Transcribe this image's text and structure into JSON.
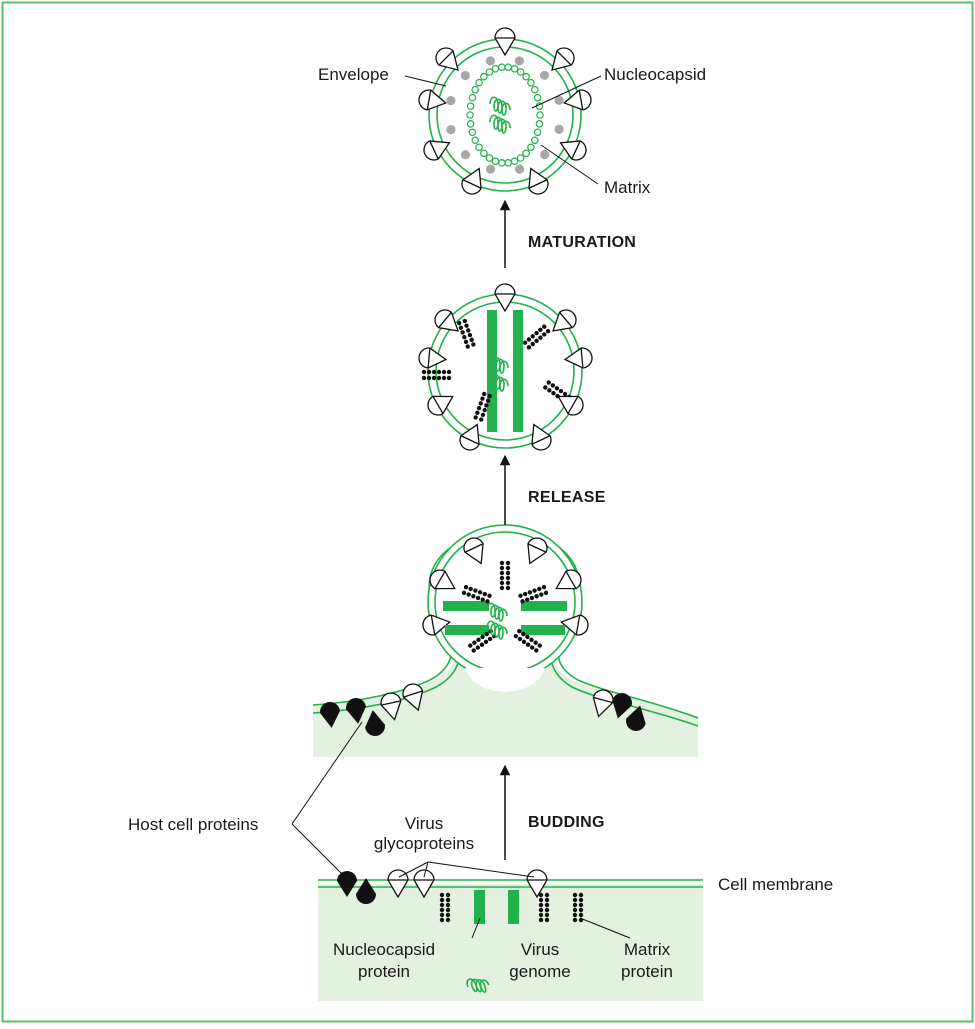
{
  "colors": {
    "membrane": "#22b14c",
    "cytoplasm": "#e4f0e0",
    "frame": "#5cbf6a",
    "matrix_dot": "#a8a8a8",
    "black": "#111111"
  },
  "labels": {
    "envelope": "Envelope",
    "nucleocapsid": "Nucleocapsid",
    "matrix": "Matrix",
    "host_cell_proteins": "Host cell proteins",
    "virus_glycoproteins_1": "Virus",
    "virus_glycoproteins_2": "glycoproteins",
    "cell_membrane": "Cell membrane",
    "nucleocapsid_protein_1": "Nucleocapsid",
    "nucleocapsid_protein_2": "protein",
    "virus_genome_1": "Virus",
    "virus_genome_2": "genome",
    "matrix_protein_1": "Matrix",
    "matrix_protein_2": "protein"
  },
  "steps": {
    "maturation": "MATURATION",
    "release": "RELEASE",
    "budding": "BUDDING"
  }
}
